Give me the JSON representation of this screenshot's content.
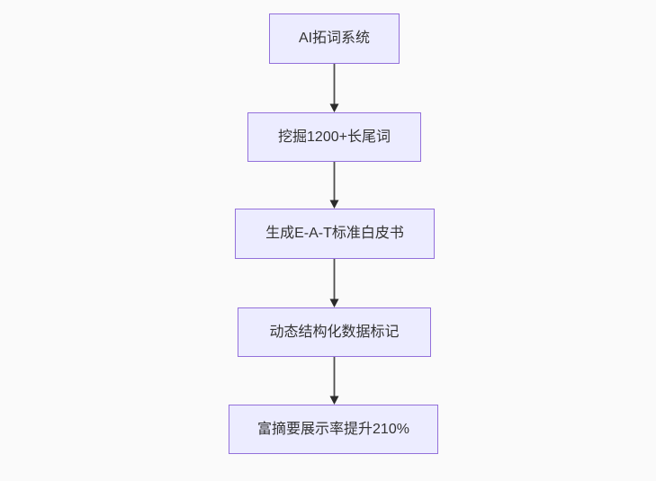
{
  "diagram": {
    "type": "flowchart",
    "direction": "top-down",
    "nodes": [
      {
        "id": "n1",
        "label": "AI拓词系统"
      },
      {
        "id": "n2",
        "label": "挖掘1200+长尾词"
      },
      {
        "id": "n3",
        "label": "生成E-A-T标准白皮书"
      },
      {
        "id": "n4",
        "label": "动态结构化数据标记"
      },
      {
        "id": "n5",
        "label": "富摘要展示率提升210%"
      }
    ],
    "edges": [
      {
        "from": "n1",
        "to": "n2",
        "style": "arrow"
      },
      {
        "from": "n2",
        "to": "n3",
        "style": "arrow"
      },
      {
        "from": "n3",
        "to": "n4",
        "style": "arrow"
      },
      {
        "from": "n4",
        "to": "n5",
        "style": "arrow"
      }
    ],
    "colors": {
      "background": "#fafafa",
      "node_fill": "#ececff",
      "node_border": "#9370db",
      "node_text": "#333333",
      "arrow_line": "#4d4d4d",
      "arrow_head": "#2b2b2b"
    }
  }
}
